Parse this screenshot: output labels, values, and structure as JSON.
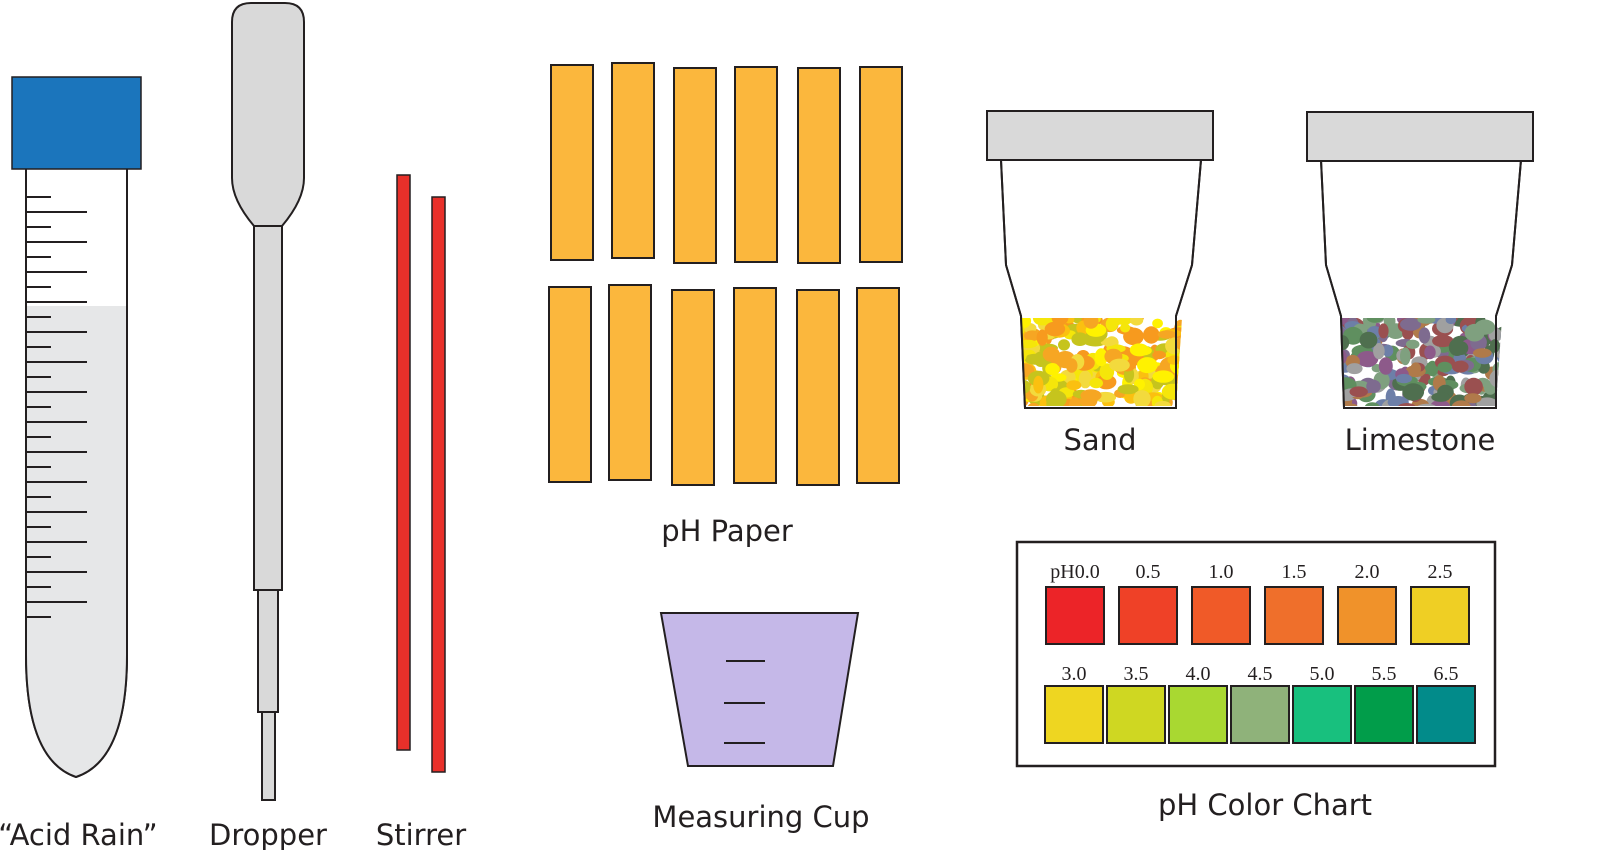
{
  "labels": {
    "acid_rain": "“Acid Rain”",
    "dropper": "Dropper",
    "stirrer": "Stirrer",
    "ph_paper": "pH Paper",
    "measuring_cup": "Measuring Cup",
    "sand": "Sand",
    "limestone": "Limestone",
    "ph_color_chart": "pH Color Chart"
  },
  "colors": {
    "tube_cap": "#1b75bc",
    "tube_body": "#e6e7e8",
    "dropper": "#d9d9d9",
    "stirrer": "#e8302a",
    "ph_paper": "#fbb73d",
    "cup_lid": "#d9d9d9",
    "measuring_cup": "#c5b8e8",
    "outline": "#231f20"
  },
  "ph_chart": {
    "row1": [
      {
        "label": "pH0.0",
        "color": "#ec2428"
      },
      {
        "label": "0.5",
        "color": "#ef4127"
      },
      {
        "label": "1.0",
        "color": "#f05a28"
      },
      {
        "label": "1.5",
        "color": "#ef6f2b"
      },
      {
        "label": "2.0",
        "color": "#f0922a"
      },
      {
        "label": "2.5",
        "color": "#efcf24"
      }
    ],
    "row2": [
      {
        "label": "3.0",
        "color": "#eed621"
      },
      {
        "label": "3.5",
        "color": "#cfd722"
      },
      {
        "label": "4.0",
        "color": "#a9d831"
      },
      {
        "label": "4.5",
        "color": "#8fb27a"
      },
      {
        "label": "5.0",
        "color": "#18c07e"
      },
      {
        "label": "5.5",
        "color": "#019d4a"
      },
      {
        "label": "6.5",
        "color": "#028b8a"
      }
    ]
  },
  "sand_colors": [
    "#f5e60a",
    "#fbc010",
    "#f79a1e",
    "#f3da3d",
    "#c6c41d",
    "#fff200",
    "#f6a623"
  ],
  "limestone_colors": [
    "#7e6b8f",
    "#5f8f5f",
    "#a0a0a0",
    "#8d5a8a",
    "#6d7fa8",
    "#b07a4a",
    "#4f6f4f",
    "#9a5050",
    "#7fa07f"
  ]
}
